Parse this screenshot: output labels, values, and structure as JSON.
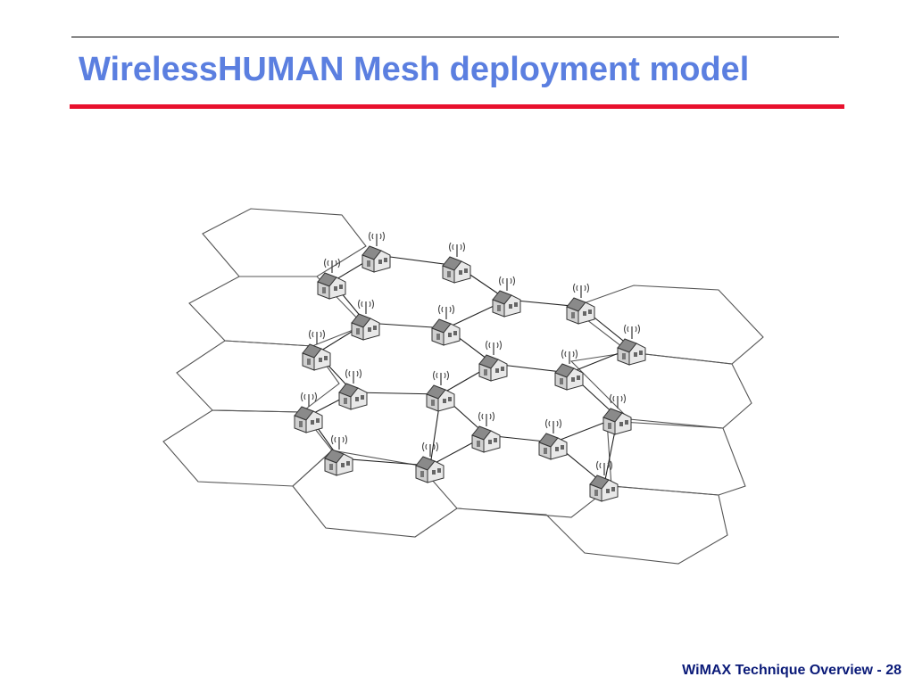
{
  "slide": {
    "title": "WirelessHUMAN Mesh deployment model",
    "footer": "WiMAX Technique Overview - 28"
  },
  "colors": {
    "title": "#5b7fe0",
    "title_rule": "#e8112d",
    "top_rule": "#000000",
    "footer": "#0a1a78",
    "cell_line": "#555555",
    "link_line": "#222222"
  },
  "icons": {
    "node": "house-with-antenna-icon",
    "cell": "hexagon-cell"
  }
}
